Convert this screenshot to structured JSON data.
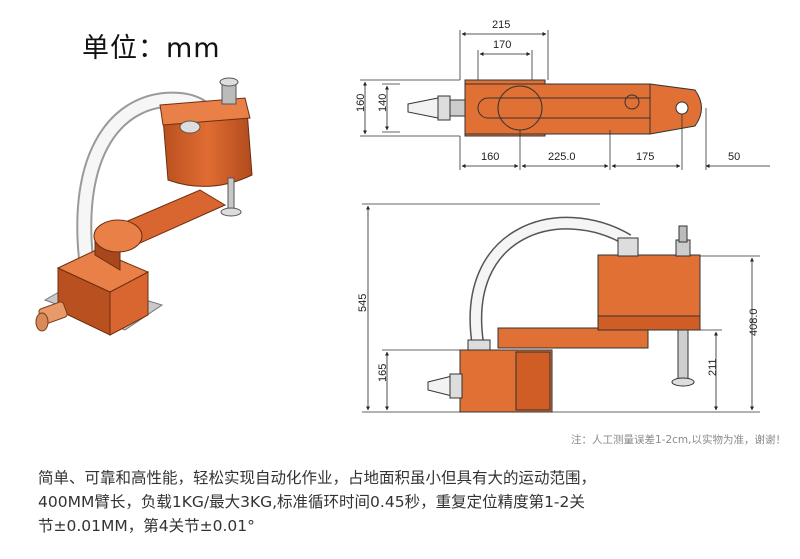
{
  "header": {
    "unit_label": "单位：mm"
  },
  "top_view": {
    "dims": {
      "d215": "215",
      "d170": "170",
      "d160h": "160",
      "d140": "140",
      "d160": "160",
      "d225": "225.0",
      "d175": "175",
      "d50": "50"
    }
  },
  "side_view": {
    "dims": {
      "d545": "545",
      "d165": "165",
      "d211": "211",
      "d408": "408.0"
    }
  },
  "note": "注：人工测量误差1-2cm,以实物为准，谢谢！",
  "description": {
    "line1": "简单、可靠和高性能，轻松实现自动化作业，占地面积虽小但具有大的运动范围，",
    "line2": "400MM臂长，负载1KG/最大3KG,标准循环时间0.45秒，重复定位精度第1-2关",
    "line3": "节±0.01MM，第4关节±0.01°"
  },
  "colors": {
    "robot_orange": "#d4622a",
    "robot_dark": "#a8471c",
    "cable": "#f4f4f4"
  }
}
